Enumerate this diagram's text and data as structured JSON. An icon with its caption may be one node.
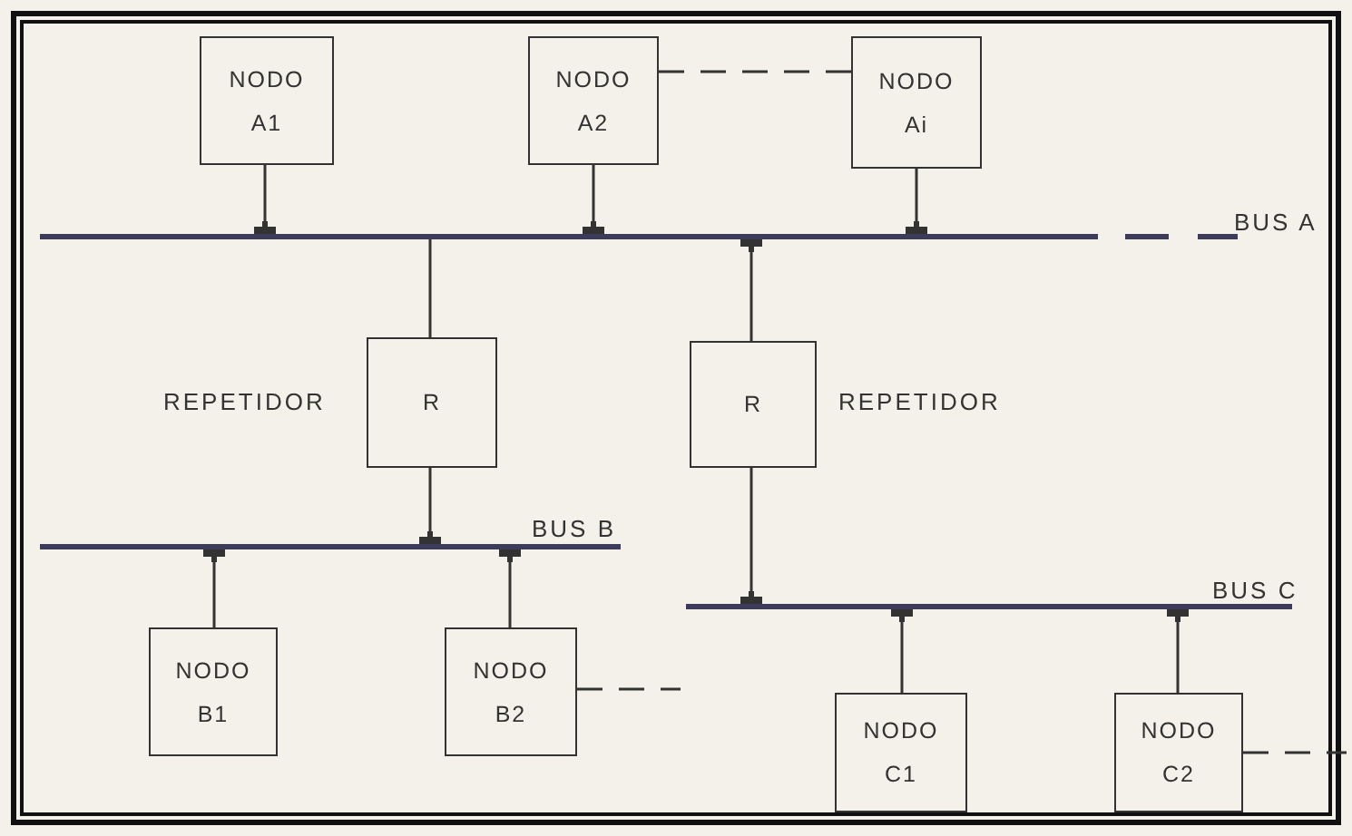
{
  "diagram": {
    "nodes": [
      {
        "text": [
          "NODO A1"
        ]
      },
      {
        "text": [
          "NODO A2"
        ]
      },
      {
        "text": [
          "NODO Ai"
        ]
      },
      {
        "text": [],
        "shape": "bar",
        "beside": [
          "BUS A"
        ]
      },
      {
        "text": [
          "R"
        ],
        "beside": [
          "REPETIDOR"
        ]
      },
      {
        "text": [
          "R"
        ],
        "beside": [
          "REPETIDOR"
        ]
      },
      {
        "text": [],
        "shape": "bar",
        "beside": [
          "BUS B"
        ]
      },
      {
        "text": [],
        "shape": "bar",
        "beside": [
          "BUS C"
        ]
      },
      {
        "text": [
          "NODO B1"
        ]
      },
      {
        "text": [
          "NODO B2"
        ]
      },
      {
        "text": [
          "NODO C1"
        ]
      },
      {
        "text": [
          "NODO C2"
        ]
      }
    ],
    "edges": [
      {
        "from": 0,
        "to": 3,
        "arrow": "other"
      },
      {
        "from": 1,
        "to": 3,
        "arrow": "other"
      },
      {
        "from": 2,
        "to": 3,
        "arrow": "other"
      },
      {
        "from": 1,
        "to": 2,
        "arrow": "none",
        "style": "dashed"
      },
      {
        "from": 4,
        "to": 3,
        "arrow": "none"
      },
      {
        "from": 5,
        "to": 3,
        "arrow": "other"
      },
      {
        "from": 4,
        "to": 6,
        "arrow": "other"
      },
      {
        "from": 5,
        "to": 7,
        "arrow": "other"
      },
      {
        "from": 8,
        "to": 6,
        "arrow": "other"
      },
      {
        "from": 9,
        "to": 6,
        "arrow": "other"
      },
      {
        "from": 10,
        "to": 7,
        "arrow": "other"
      },
      {
        "from": 11,
        "to": 7,
        "arrow": "other"
      },
      {
        "from": 9,
        "to": null,
        "arrow": "none",
        "style": "dashed"
      },
      {
        "from": 11,
        "to": null,
        "arrow": "none",
        "style": "dashed"
      }
    ]
  }
}
